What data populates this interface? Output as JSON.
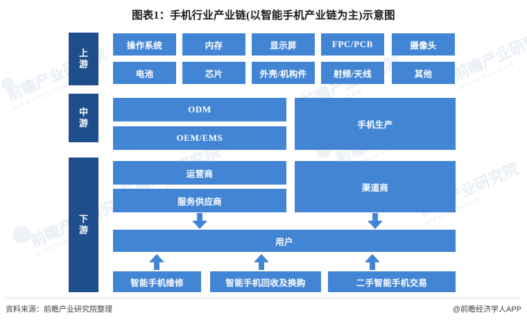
{
  "title": "图表1：手机行业产业链(以智能手机产业链为主)示意图",
  "footer": {
    "source": "资料来源：前瞻产业研究院整理",
    "credit": "@前瞻经济学人APP"
  },
  "colors": {
    "stage_label_bg": "#1f4e8c",
    "node_bg": "#4285d4",
    "node_text": "#ffffff",
    "arrow": "#4285d4",
    "background": "#ffffff",
    "title_text": "#1a1a1a",
    "footer_text": "#444444",
    "watermark": "#e9eef5"
  },
  "watermark_text": "前瞻产业研究院",
  "watermark_sub": "QIANZHAN.COM",
  "stages": [
    {
      "id": "upstream",
      "label_chars": [
        "上",
        "游"
      ]
    },
    {
      "id": "midstream",
      "label_chars": [
        "中",
        "游"
      ]
    },
    {
      "id": "downstream",
      "label_chars": [
        "下",
        "游"
      ]
    }
  ],
  "upstream": {
    "row1": [
      "操作系统",
      "内存",
      "显示屏",
      "FPC/PCB",
      "摄像头"
    ],
    "row2": [
      "电池",
      "芯片",
      "外壳/机构件",
      "射频/天线",
      "其他"
    ]
  },
  "midstream": {
    "left": [
      "ODM",
      "OEM/EMS"
    ],
    "right": "手机生产"
  },
  "downstream": {
    "left": [
      "运营商",
      "服务供应商"
    ],
    "right": "渠道商",
    "user": "用户",
    "services": [
      "智能手机维修",
      "智能手机回收及换购",
      "二手智能手机交易"
    ]
  },
  "arrows": [
    {
      "name": "arrow-service-provider-to-user",
      "direction": "down"
    },
    {
      "name": "arrow-channel-to-user",
      "direction": "down"
    },
    {
      "name": "arrow-repair-to-user",
      "direction": "up"
    },
    {
      "name": "arrow-recycle-to-user",
      "direction": "up"
    },
    {
      "name": "arrow-secondhand-to-user",
      "direction": "up"
    }
  ]
}
